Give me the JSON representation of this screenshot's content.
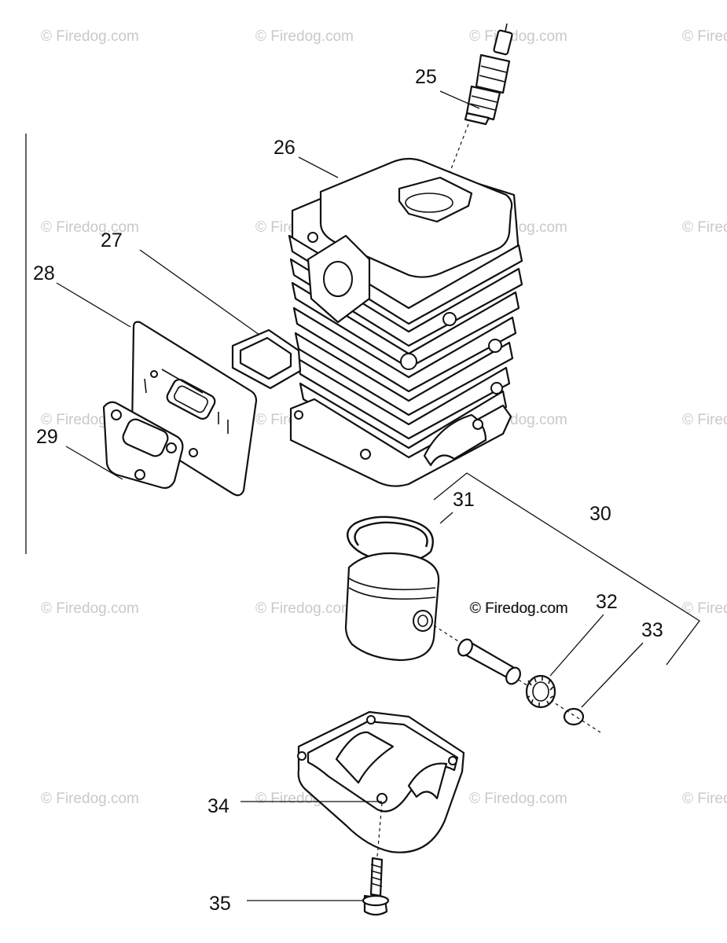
{
  "watermark": {
    "text": "© Firedog.com",
    "color": "#c9c9c9"
  },
  "copyright_stamp": "© Firedog.com",
  "callouts": [
    {
      "key": "25",
      "label": "25"
    },
    {
      "key": "26",
      "label": "26"
    },
    {
      "key": "27",
      "label": "27"
    },
    {
      "key": "28",
      "label": "28"
    },
    {
      "key": "29",
      "label": "29"
    },
    {
      "key": "30",
      "label": "30"
    },
    {
      "key": "31",
      "label": "31"
    },
    {
      "key": "32",
      "label": "32"
    },
    {
      "key": "33",
      "label": "33"
    },
    {
      "key": "34",
      "label": "34"
    },
    {
      "key": "35",
      "label": "35"
    }
  ],
  "colors": {
    "line": "#111111",
    "background": "#ffffff"
  }
}
